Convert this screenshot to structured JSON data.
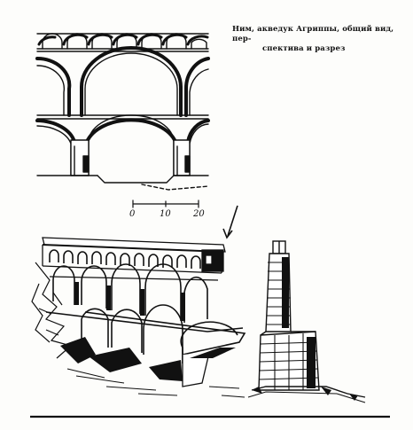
{
  "caption": {
    "line1": "Ним, акведук Агриппы, общий вид, пер-",
    "line2": "спектива и разрез"
  },
  "scale_bar": {
    "ticks": [
      "0",
      "10",
      "20"
    ]
  },
  "colors": {
    "ink": "#111111",
    "paper": "#fdfdfb"
  }
}
